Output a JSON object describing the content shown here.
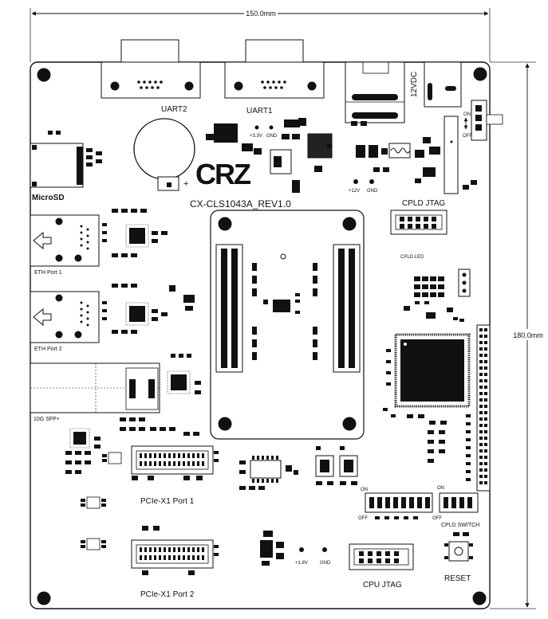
{
  "dimensions": {
    "width": "150.0mm",
    "height": "180.0mm"
  },
  "board": {
    "name": "CX-CLS1043A_REV1.0",
    "logo": "CRZ"
  },
  "connectors": {
    "uart2": "UART2",
    "uart1": "UART1",
    "power_in": "12VDC",
    "microsd": "MicroSD",
    "eth1": "ETH Port 1",
    "eth2": "ETH Port 2",
    "sfp": "10G SFP+",
    "pcie1": "PCIe-X1 Port 1",
    "pcie2": "PCIe-X1 Port 2",
    "cpld_jtag": "CPLD JTAG",
    "cpu_jtag": "CPU JTAG"
  },
  "labels": {
    "cpld_led": "CPLD LED",
    "cpld_switch": "CPLD SWITCH",
    "reset": "RESET",
    "v33": "+3.3V",
    "gnd_top": "GND",
    "v12": "+12V",
    "gnd_mid": "GND",
    "v18": "+1.8V",
    "gnd_bottom": "GND",
    "sw_on_left": "ON",
    "sw_off_left": "OFF",
    "sw_on_right": "ON",
    "sw_off_right": "OFF",
    "pwr_on": "ON",
    "pwr_off": "OFF"
  }
}
